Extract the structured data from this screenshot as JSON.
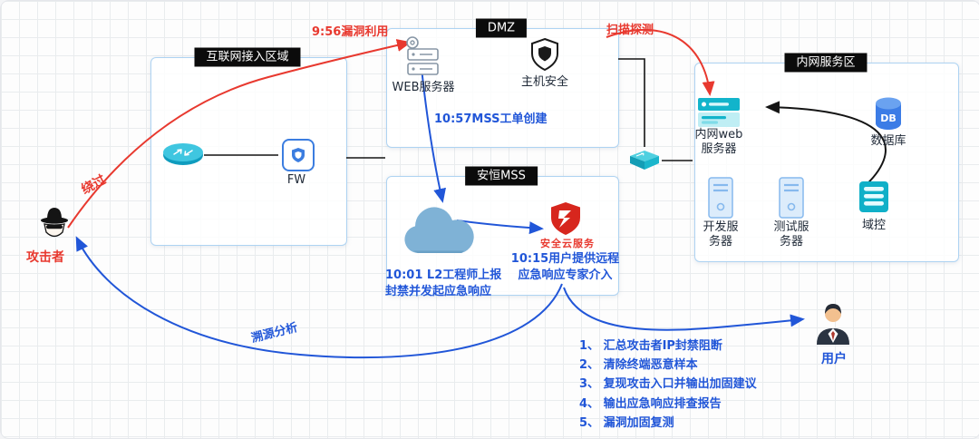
{
  "zones": {
    "internet": {
      "label": "互联网接入区域"
    },
    "dmz": {
      "label": "DMZ"
    },
    "mss": {
      "label": "安恒MSS"
    },
    "intranet": {
      "label": "内网服务区"
    }
  },
  "nodes": {
    "firewall": {
      "label": "FW"
    },
    "web_server": {
      "label": "WEB服务器"
    },
    "host_security": {
      "label": "主机安全"
    },
    "mss_logo": {
      "label": "安全云服务"
    },
    "intranet_web": {
      "label": "内网web\n服务器"
    },
    "database": {
      "badge": "DB",
      "label": "数据库"
    },
    "dev_server": {
      "label": "开发服\n务器"
    },
    "test_server": {
      "label": "测试服\n务器"
    },
    "domain_controller": {
      "label": "域控"
    },
    "attacker": {
      "label": "攻击者"
    },
    "user": {
      "label": "用户"
    }
  },
  "annotations": {
    "bypass": "绕过",
    "exploit": "9:56漏洞利用",
    "scan": "扫描探测",
    "ticket": "10:57MSS工单创建",
    "l2_report": "10:01 L2工程师上报\n封禁并发起应急响应",
    "remote_expert": "10:15用户提供远程\n应急响应专家介入",
    "trace": "溯源分析"
  },
  "steps": {
    "items": [
      "1、 汇总攻击者IP封禁阻断",
      "2、 清除终端恶意样本",
      "3、 复现攻击入口并输出加固建议",
      "4、 输出应急响应排查报告",
      "5、 漏洞加固复测"
    ]
  },
  "colors": {
    "red": "#e8392f",
    "blue": "#2156d8",
    "teal": "#12b4cb",
    "zone_border": "#aed3f2"
  }
}
